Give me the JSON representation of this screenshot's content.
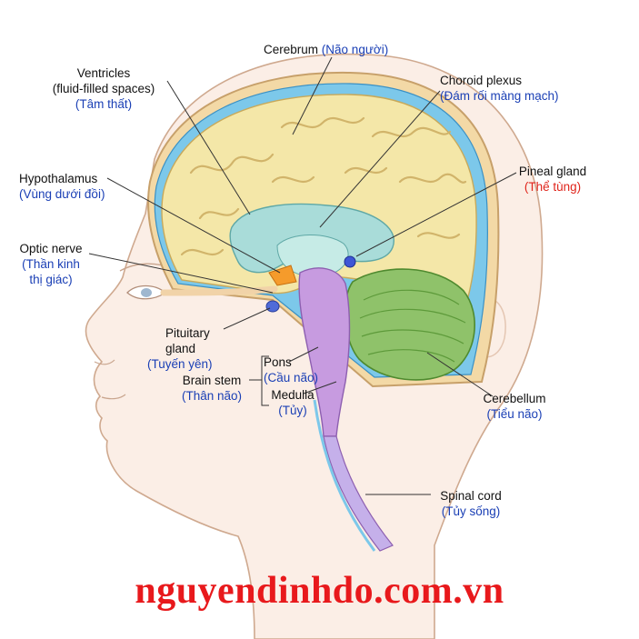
{
  "colors": {
    "english_label": "#111111",
    "vietnamese_label": "#1a3fb5",
    "highlight_label": "#e0241b",
    "watermark": "#e8191c",
    "cerebrum": "#f4e7a8",
    "ventricles": "#a9dcd9",
    "brain_stem": "#c79be0",
    "cerebellum": "#8fc26a",
    "skin": "#fbeee6"
  },
  "labels": {
    "cerebrum": {
      "en": "Cerebrum",
      "vi": "(Não người)"
    },
    "ventricles": {
      "en_1": "Ventricles",
      "en_2": "(fluid-filled spaces)",
      "vi": "(Tâm thất)"
    },
    "choroid_plexus": {
      "en": "Choroid plexus",
      "vi": "(Đám rối màng mạch)"
    },
    "hypothalamus": {
      "en": "Hypothalamus",
      "vi": "(Vùng dưới đồi)"
    },
    "pineal_gland": {
      "en": "Pineal gland",
      "vi": "(Thể tùng)"
    },
    "optic_nerve": {
      "en": "Optic nerve",
      "vi_1": "(Thần kinh",
      "vi_2": "thị giác)"
    },
    "pituitary_gland": {
      "en_1": "Pituitary",
      "en_2": "gland",
      "vi": "(Tuyến yên)"
    },
    "pons": {
      "en": "Pons",
      "vi": "(Cầu não)"
    },
    "brain_stem": {
      "en": "Brain stem",
      "vi": "(Thân não)"
    },
    "medulla": {
      "en": "Medulla",
      "vi": "(Tủy)"
    },
    "cerebellum": {
      "en": "Cerebellum",
      "vi": "(Tiểu não)"
    },
    "spinal_cord": {
      "en": "Spinal cord",
      "vi": "(Tủy sống)"
    }
  },
  "watermark": "nguyendinhdo.com.vn"
}
